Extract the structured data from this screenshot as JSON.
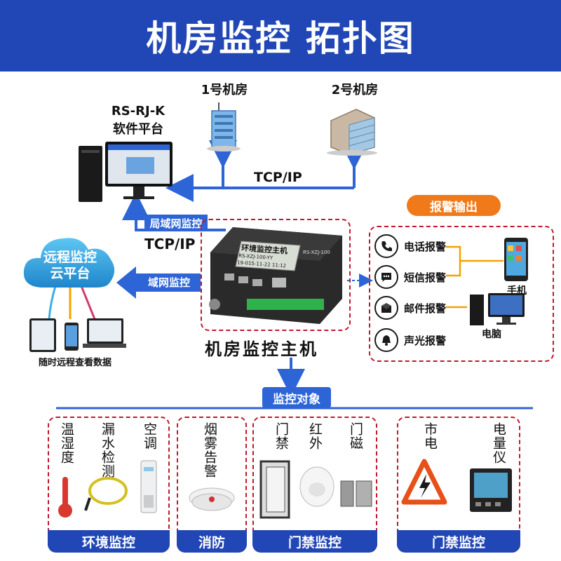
{
  "title": "机房监控 拓扑图",
  "rooms": [
    {
      "label": "1号机房"
    },
    {
      "label": "2号机房"
    }
  ],
  "software": {
    "line1": "RS-RJ-K",
    "line2": "软件平台"
  },
  "links": {
    "tcp_top": "TCP/IP",
    "lan_tag": "局域网监控",
    "tcp_side": "TCP/IP",
    "wan_tag": "域网监控"
  },
  "cloud": {
    "line1": "远程监控",
    "line2": "云平台",
    "caption": "随时远程查看数据"
  },
  "host": {
    "label": "机房监控主机",
    "screen1": "环境监控主机",
    "screen2": "RS-XZJ-100-YY",
    "screen3": "19-015-11-22  11:12",
    "model": "RS-XZJ-100"
  },
  "alarm": {
    "title": "报警输出",
    "items": [
      {
        "label": "电话报警",
        "icon": "phone-icon"
      },
      {
        "label": "短信报警",
        "icon": "sms-icon"
      },
      {
        "label": "邮件报警",
        "icon": "mail-icon"
      },
      {
        "label": "声光报警",
        "icon": "bell-icon"
      }
    ],
    "mobile": "手机",
    "pc": "电脑"
  },
  "objects_tag": "监控对象",
  "groups": [
    {
      "footer": "环境监控",
      "items": [
        "温湿度",
        "漏水检测",
        "空调"
      ]
    },
    {
      "footer": "消防",
      "items": [
        "烟雾告警"
      ]
    },
    {
      "footer": "门禁监控",
      "items": [
        "门禁",
        "红外",
        "门磁"
      ]
    },
    {
      "footer": "门禁监控",
      "items": [
        "市电",
        "电量仪"
      ]
    }
  ],
  "colors": {
    "primary": "#2146b5",
    "accent": "#2d64d6",
    "alarm_orange": "#f07a1a",
    "dash_red": "#c0182f",
    "line_orange": "#f5a100"
  }
}
